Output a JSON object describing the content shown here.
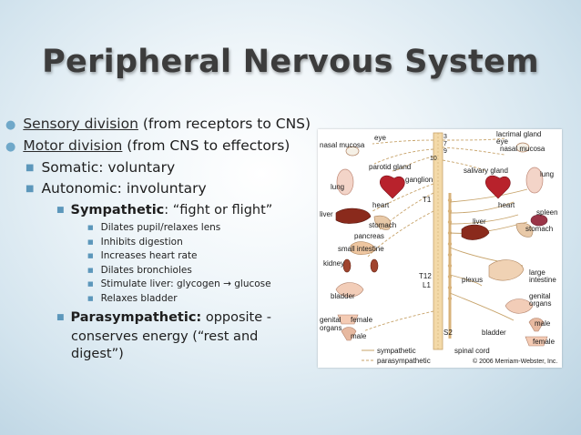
{
  "slide": {
    "title": "Peripheral Nervous System"
  },
  "bullets": {
    "sensory_label": "Sensory division",
    "sensory_rest": " (from receptors to CNS)",
    "motor_label": "Motor division",
    "motor_rest": " (from CNS to effectors)",
    "somatic": "Somatic: voluntary",
    "autonomic": "Autonomic: involuntary",
    "sympathetic_label": "Sympathetic",
    "sympathetic_rest": ": “fight or flight”",
    "sympathetic_items": [
      "Dilates pupil/relaxes lens",
      "Inhibits digestion",
      "Increases heart rate",
      "Dilates bronchioles",
      "Stimulate liver: glycogen → glucose",
      "Relaxes bladder"
    ],
    "parasympathetic_label": "Parasympathetic:",
    "parasympathetic_rest": " opposite - conserves energy (“rest and digest”)"
  },
  "figure": {
    "left_labels": {
      "eye": "eye",
      "nasal_mucosa": "nasal mucosa",
      "parotid_gland": "parotid gland",
      "lung": "lung",
      "heart": "heart",
      "liver": "liver",
      "stomach": "stomach",
      "pancreas": "pancreas",
      "small_intestine": "small intestine",
      "kidney": "kidney",
      "bladder": "bladder",
      "genital_organs": [
        "genital",
        "organs"
      ],
      "female": "female",
      "male": "male"
    },
    "right_labels": {
      "lacrimal_gland": "lacrimal gland",
      "eye": "eye",
      "nasal_mucosa": "nasal mucosa",
      "salivary_gland": "salivary gland",
      "lung": "lung",
      "heart": "heart",
      "spleen": "spleen",
      "liver": "liver",
      "stomach": "stomach",
      "large_intestine": [
        "large",
        "intestine"
      ],
      "plexus": "plexus",
      "genital_organs": [
        "genital",
        "organs"
      ],
      "male": "male",
      "bladder": "bladder",
      "female": "female"
    },
    "center_labels": {
      "ganglion": "ganglion",
      "t1": "T1",
      "t12": "T12",
      "l1": "L1",
      "s2": "S2",
      "cranial_3": "3",
      "cranial_7": "7",
      "cranial_9": "9",
      "cranial_10": "10",
      "spinal_cord": "spinal cord"
    },
    "legend": {
      "sympathetic": "sympathetic",
      "parasympathetic": "parasympathetic"
    },
    "copyright": "© 2006 Merriam-Webster, Inc."
  }
}
